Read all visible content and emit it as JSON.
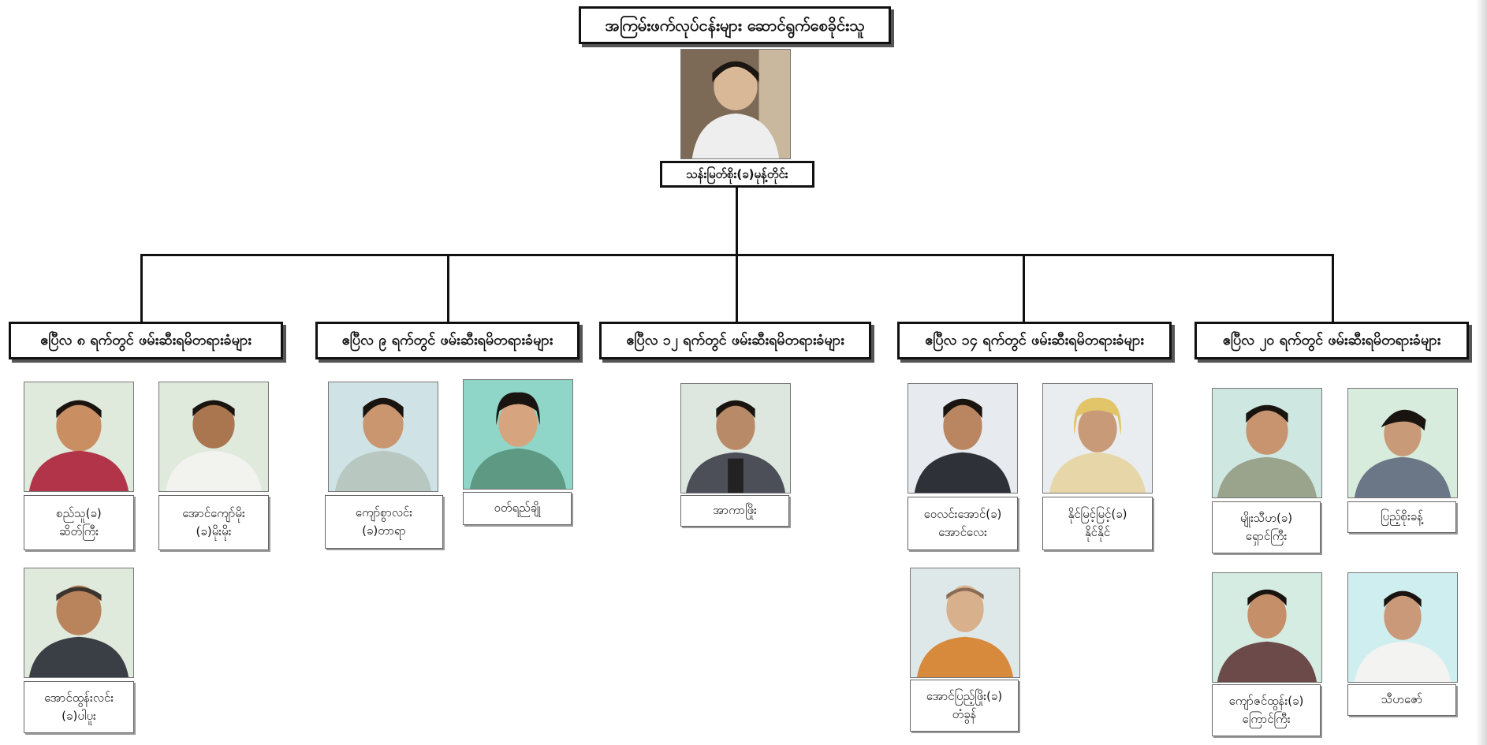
{
  "title": "အကြမ်းဖက်လုပ်ငန်းများ ဆောင်ရွက်စေခိုင်းသူ",
  "leader": {
    "name": "သန်းမြတ်စိုး(ခ)မုန့်တိုင်း"
  },
  "groups": [
    {
      "header": "ဧပြီလ ၈ ရက်တွင် ဖမ်းဆီးရမိတရားခံများ",
      "people": [
        {
          "line1": "စည်သူ(ခ)",
          "line2": "ဆိတ်ကြီး"
        },
        {
          "line1": "အောင်ကျော်မိုး",
          "line2": "(ခ)မိုးမိုး"
        },
        {
          "line1": "အောင်ထွန်းလင်း",
          "line2": "(ခ)ပါပူး"
        }
      ]
    },
    {
      "header": "ဧပြီလ ၉ ရက်တွင် ဖမ်းဆီးရမိတရားခံများ",
      "people": [
        {
          "line1": "ကျော်စွာလင်း",
          "line2": "(ခ)တာရာ"
        },
        {
          "line1": "ဝတ်ရည်ချို",
          "line2": ""
        }
      ]
    },
    {
      "header": "ဧပြီလ ၁၂ ရက်တွင် ဖမ်းဆီးရမိတရားခံများ",
      "people": [
        {
          "line1": "အာကာဖြိုး",
          "line2": ""
        }
      ]
    },
    {
      "header": "ဧပြီလ ၁၄ ရက်တွင် ဖမ်းဆီးရမိတရားခံများ",
      "people": [
        {
          "line1": "ဝေလင်းအောင်(ခ)",
          "line2": "အောင်လေး"
        },
        {
          "line1": "နိုင်မြင့်မြင့်(ခ)",
          "line2": "နိုင်နိုင်"
        },
        {
          "line1": "အောင်ပြည့်ဖြိုး(ခ)",
          "line2": "တံခွန်"
        }
      ]
    },
    {
      "header": "ဧပြီလ ၂၀ ရက်တွင် ဖမ်းဆီးရမိတရားခံများ",
      "people": [
        {
          "line1": "မျိုးသီဟ(ခ)",
          "line2": "ရှောင်ကြီး"
        },
        {
          "line1": "ပြည့်စိုးခန့်",
          "line2": ""
        },
        {
          "line1": "ကျော်ဇင်ထွန်း(ခ)",
          "line2": "ကြောင်ကြီး"
        },
        {
          "line1": "သီဟဇော်",
          "line2": ""
        }
      ]
    }
  ]
}
